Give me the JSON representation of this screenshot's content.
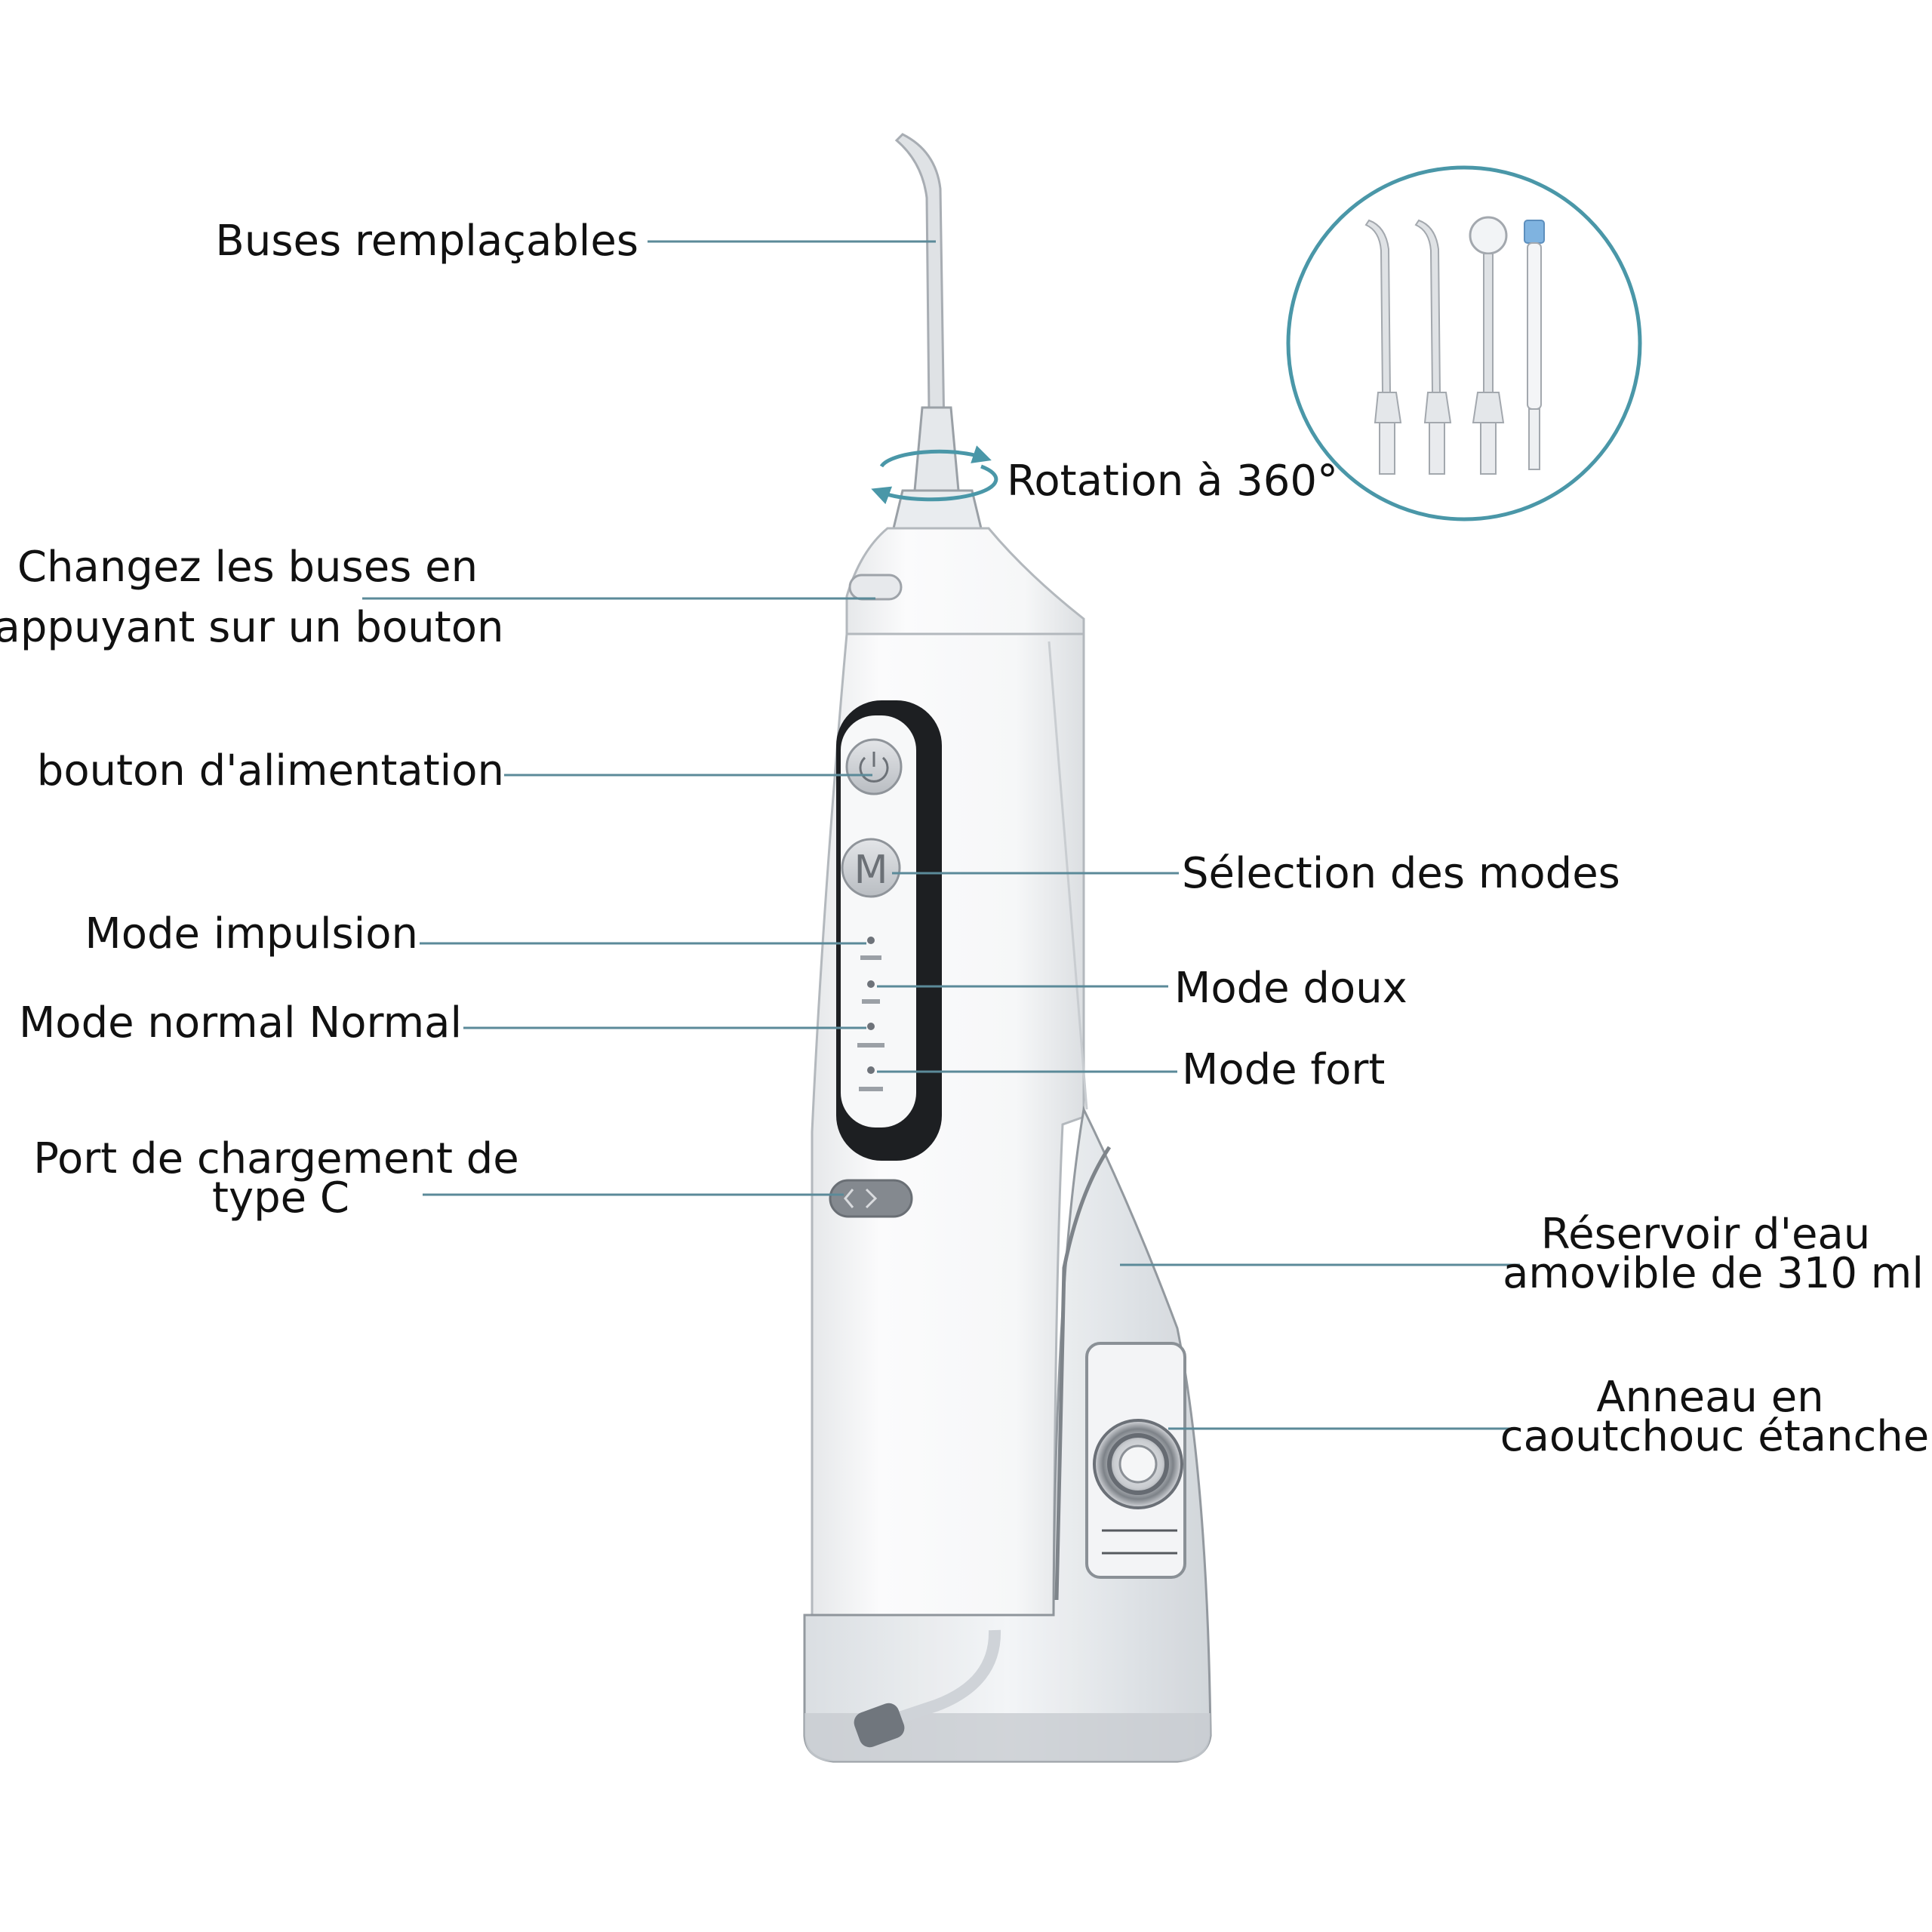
{
  "labels": {
    "nozzles": "Buses remplaçables",
    "rotation": "Rotation à 360°",
    "change_line1": "Changez les buses en",
    "change_line2": "appuyant sur un bouton",
    "power": "bouton d'alimentation",
    "mode_select": "Sélection des modes",
    "pulse": "Mode impulsion",
    "soft": "Mode doux",
    "normal": "Mode normal Normal",
    "strong": "Mode fort",
    "port_line1": "Port de chargement de",
    "port_line2": "type C",
    "tank_line1": "Réservoir d'eau",
    "tank_line2": "amovible de 310 ml",
    "ring_line1": "Anneau en",
    "ring_line2": "caoutchouc étanche"
  },
  "device": {
    "mode_button_letter": "M"
  },
  "colors": {
    "accent": "#4a97a8",
    "leader": "#5b8a99",
    "body": "#f4f5f6",
    "panel": "#1d1f22"
  }
}
